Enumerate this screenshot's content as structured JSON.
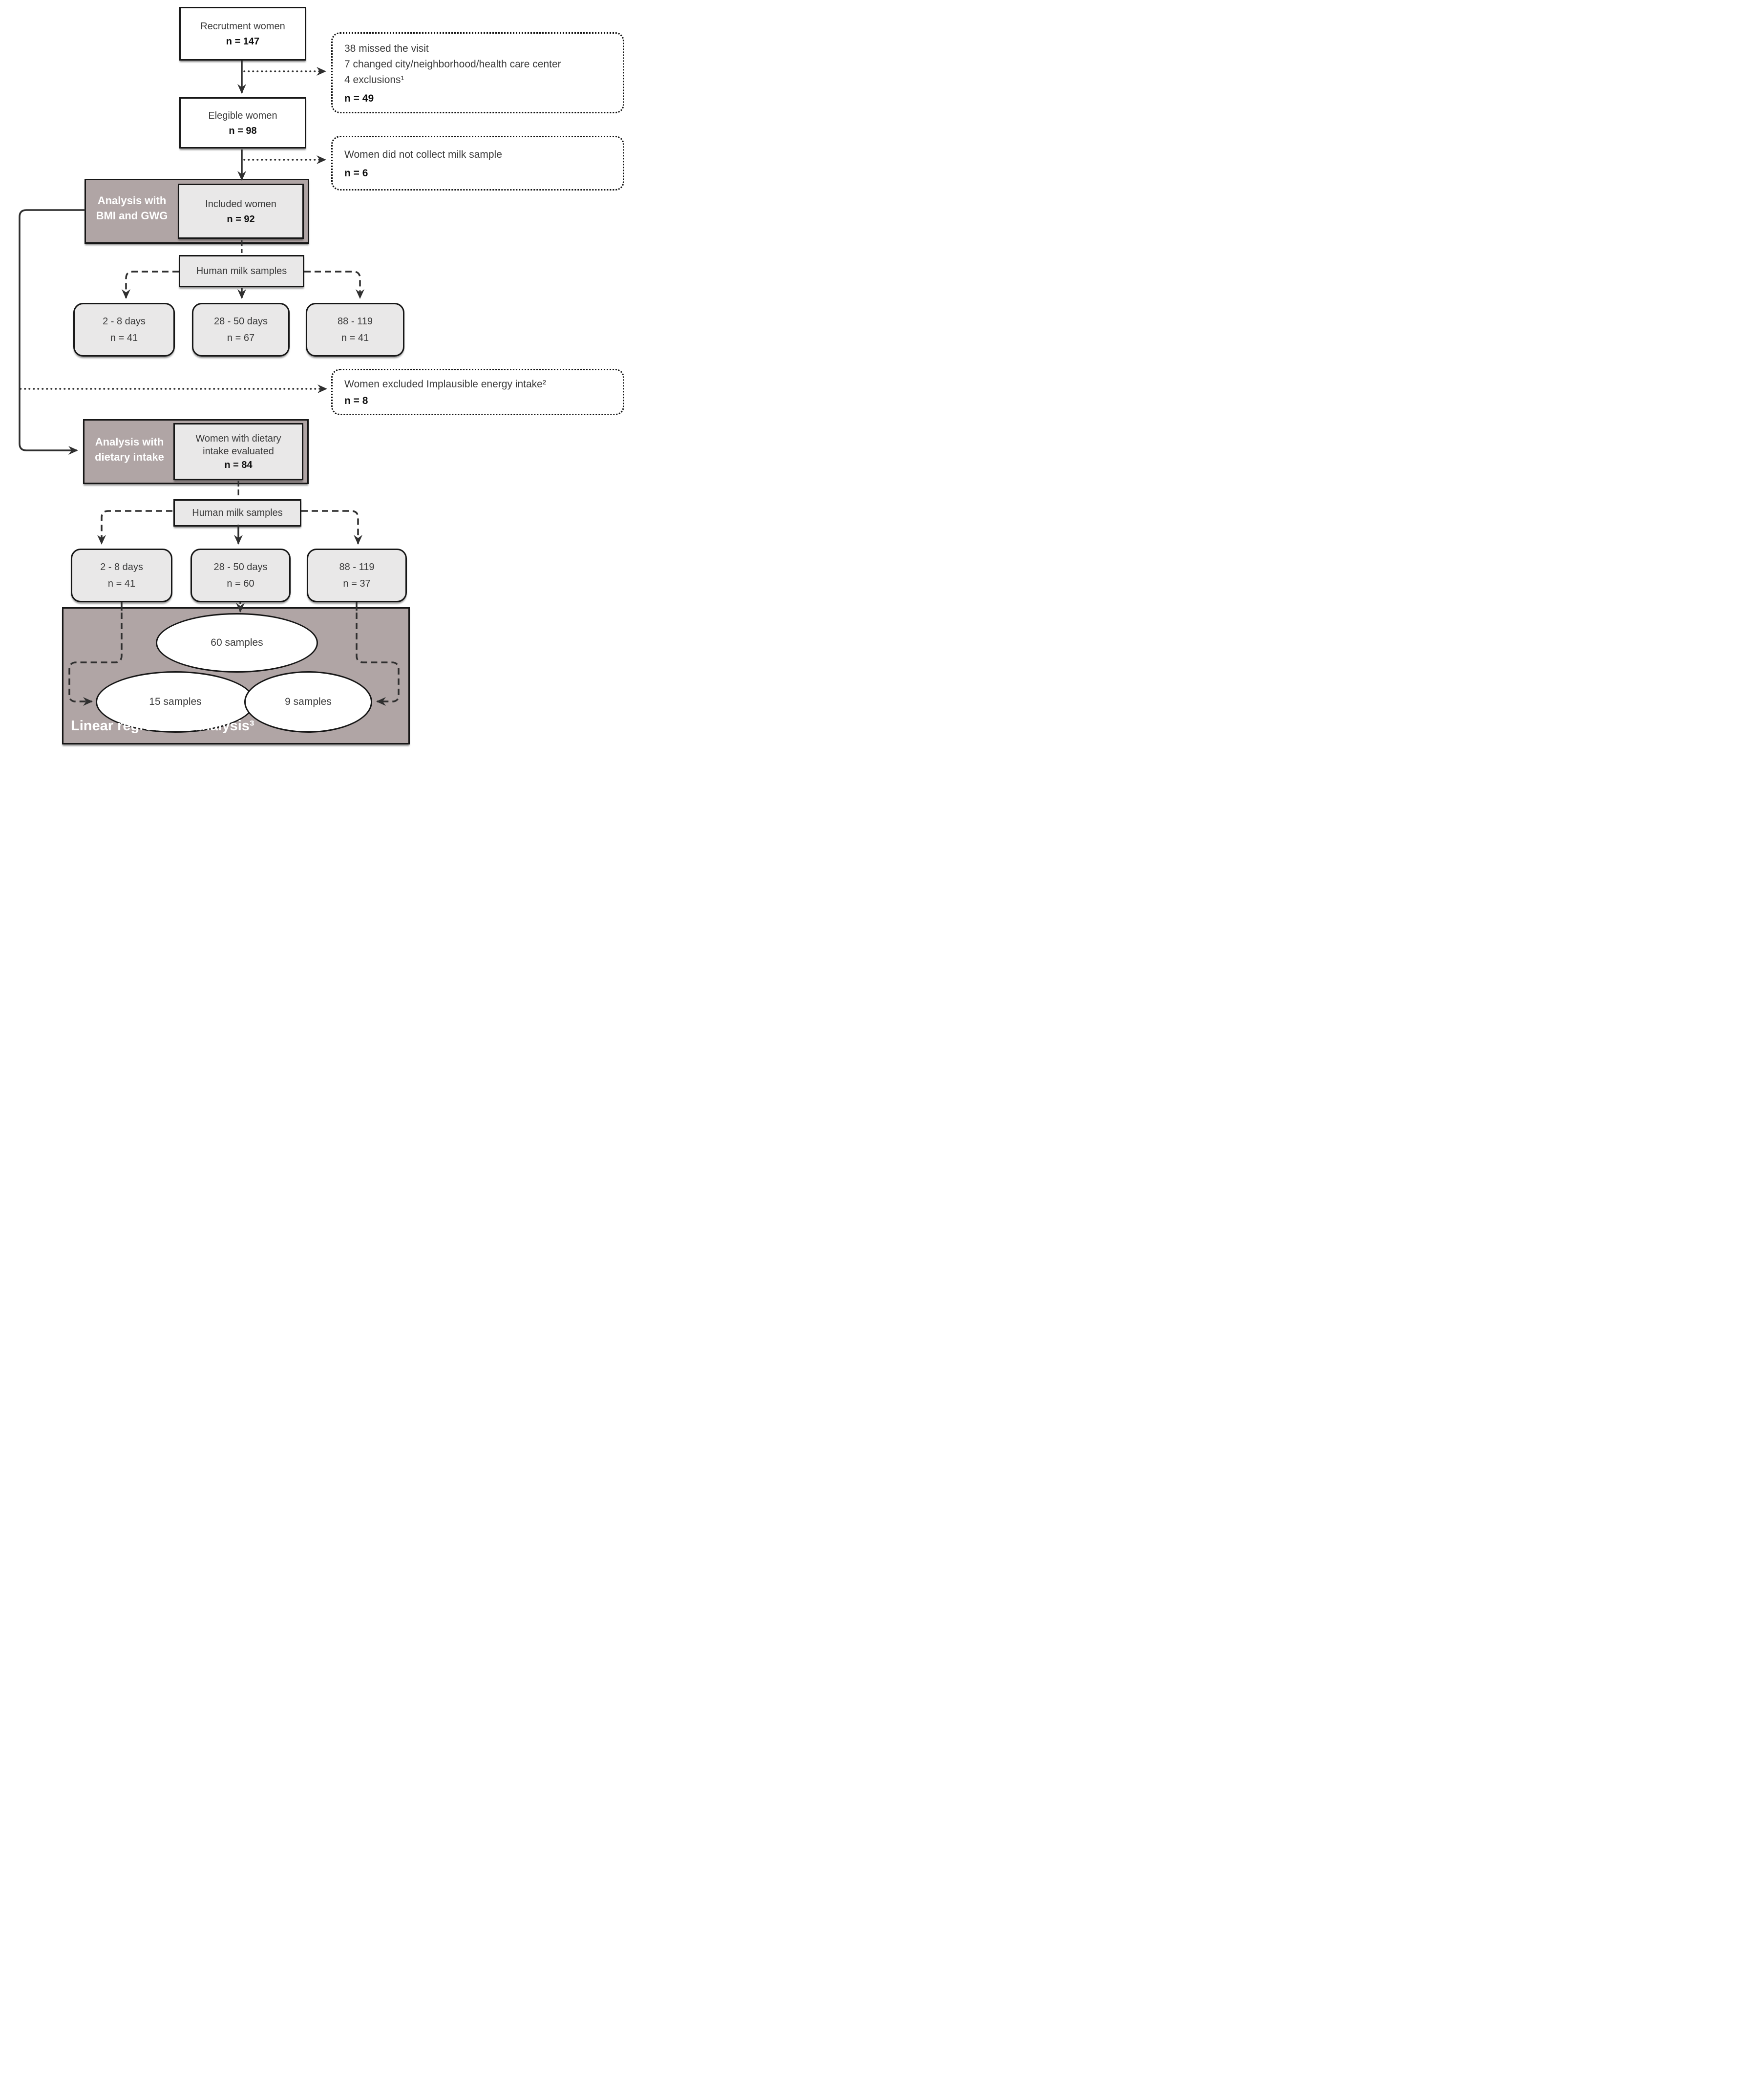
{
  "colors": {
    "node_fill": "#e9e8e8",
    "panel_fill": "#b0a5a5",
    "border": "#161616",
    "connector": "#2f2f2f",
    "panel_label_text": "#ffffff"
  },
  "flow": {
    "recruitment": {
      "title": "Recrutment women",
      "n": "n = 147"
    },
    "excl_visit": {
      "lines": [
        "38 missed the visit",
        "7 changed city/neighborhood/health care center",
        "4 exclusions¹"
      ],
      "n": "n = 49"
    },
    "eligible": {
      "title": "Elegible women",
      "n": "n = 98"
    },
    "excl_milk": {
      "line": "Women did not collect milk sample",
      "n": "n = 6"
    },
    "bmi_gwg_panel": {
      "side_label": "Analysis with\nBMI and GWG",
      "included": {
        "title": "Included women",
        "n": "n = 92"
      }
    },
    "milk_samples_1": {
      "title": "Human milk samples"
    },
    "row1": [
      {
        "range": "2 - 8 days",
        "n": "n = 41"
      },
      {
        "range": "28 - 50 days",
        "n": "n = 67"
      },
      {
        "range": "88 - 119",
        "n": "n = 41"
      }
    ],
    "excl_energy": {
      "line": "Women excluded Implausible energy intake²",
      "n": "n = 8"
    },
    "dietary_panel": {
      "side_label": "Analysis with\ndietary intake",
      "evaluated": {
        "title": "Women with dietary\nintake evaluated",
        "n": "n = 84"
      }
    },
    "milk_samples_2": {
      "title": "Human milk samples"
    },
    "row2": [
      {
        "range": "2 - 8 days",
        "n": "n = 41"
      },
      {
        "range": "28 - 50 days",
        "n": "n = 60"
      },
      {
        "range": "88 - 119",
        "n": "n = 37"
      }
    ],
    "regression_panel": {
      "label": "Linear regression analysis³",
      "ellipses": [
        {
          "label": "60 samples"
        },
        {
          "label": "15 samples"
        },
        {
          "label": "9 samples"
        }
      ]
    }
  }
}
